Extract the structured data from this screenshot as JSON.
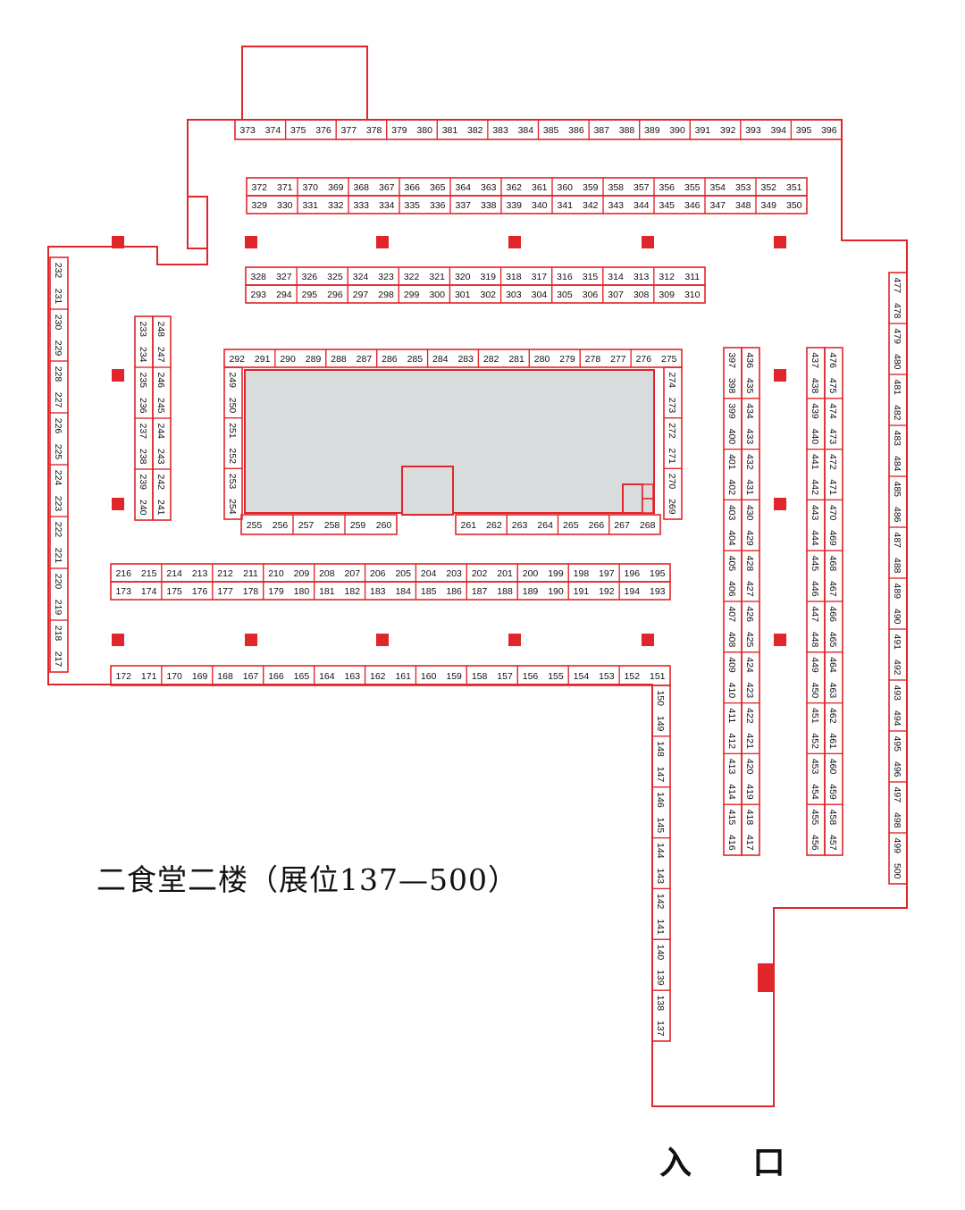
{
  "title": "二食堂二楼（展位137—500）",
  "entrance_label": "入 口",
  "colors": {
    "outline": "#e0262a",
    "pillar": "#e0262a",
    "stage_fill": "#d9dcdc",
    "text": "#111111"
  },
  "booth_groups": [
    {
      "id": "top-wall",
      "numbers": [
        373,
        374,
        375,
        376,
        377,
        378,
        379,
        380,
        381,
        382,
        383,
        384,
        385,
        386,
        387,
        388,
        389,
        390,
        391,
        392,
        393,
        394,
        395,
        396
      ]
    },
    {
      "id": "row-a-top",
      "numbers": [
        372,
        371,
        370,
        369,
        368,
        367,
        366,
        365,
        364,
        363,
        362,
        361,
        360,
        359,
        358,
        357,
        356,
        355,
        354,
        353,
        352,
        351
      ]
    },
    {
      "id": "row-a-bottom",
      "numbers": [
        329,
        330,
        331,
        332,
        333,
        334,
        335,
        336,
        337,
        338,
        339,
        340,
        341,
        342,
        343,
        344,
        345,
        346,
        347,
        348,
        349,
        350
      ]
    },
    {
      "id": "row-b-top",
      "numbers": [
        328,
        327,
        326,
        325,
        324,
        323,
        322,
        321,
        320,
        319,
        318,
        317,
        316,
        315,
        314,
        313,
        312,
        311
      ]
    },
    {
      "id": "row-b-bottom",
      "numbers": [
        293,
        294,
        295,
        296,
        297,
        298,
        299,
        300,
        301,
        302,
        303,
        304,
        305,
        306,
        307,
        308,
        309,
        310
      ]
    },
    {
      "id": "island-top",
      "numbers": [
        292,
        291,
        290,
        289,
        288,
        287,
        286,
        285,
        284,
        283,
        282,
        281,
        280,
        279,
        278,
        277,
        276,
        275
      ]
    },
    {
      "id": "island-left",
      "numbers": [
        249,
        250,
        251,
        252,
        253,
        254
      ]
    },
    {
      "id": "island-right",
      "numbers": [
        274,
        273,
        272,
        271,
        270,
        269
      ]
    },
    {
      "id": "island-bottom-left",
      "numbers": [
        255,
        256,
        257,
        258,
        259,
        260
      ]
    },
    {
      "id": "island-bottom-right",
      "numbers": [
        261,
        262,
        263,
        264,
        265,
        266,
        267,
        268
      ]
    },
    {
      "id": "left-wall",
      "numbers": [
        232,
        231,
        230,
        229,
        228,
        227,
        226,
        225,
        224,
        223,
        222,
        221,
        220,
        219,
        218,
        217
      ]
    },
    {
      "id": "left-column-a",
      "numbers": [
        233,
        234,
        235,
        236,
        237,
        238,
        239,
        240
      ]
    },
    {
      "id": "left-column-b",
      "numbers": [
        248,
        247,
        246,
        245,
        244,
        243,
        242,
        241
      ]
    },
    {
      "id": "row-c-top",
      "numbers": [
        216,
        215,
        214,
        213,
        212,
        211,
        210,
        209,
        208,
        207,
        206,
        205,
        204,
        203,
        202,
        201,
        200,
        199,
        198,
        197,
        196,
        195
      ]
    },
    {
      "id": "row-c-bottom",
      "numbers": [
        173,
        174,
        175,
        176,
        177,
        178,
        179,
        180,
        181,
        182,
        183,
        184,
        185,
        186,
        187,
        188,
        189,
        190,
        191,
        192,
        194,
        193
      ]
    },
    {
      "id": "bottom-wall",
      "numbers": [
        172,
        171,
        170,
        169,
        168,
        167,
        166,
        165,
        164,
        163,
        162,
        161,
        160,
        159,
        158,
        157,
        156,
        155,
        154,
        153,
        152,
        151
      ]
    },
    {
      "id": "corridor-wall",
      "numbers": [
        150,
        149,
        148,
        147,
        146,
        145,
        144,
        143,
        142,
        141,
        140,
        139,
        138,
        137
      ]
    },
    {
      "id": "column-d-left",
      "numbers": [
        397,
        398,
        399,
        400,
        401,
        402,
        403,
        404,
        405,
        406,
        407,
        408,
        409,
        410,
        411,
        412,
        413,
        414,
        415,
        416
      ]
    },
    {
      "id": "column-d-right",
      "numbers": [
        436,
        435,
        434,
        433,
        432,
        431,
        430,
        429,
        428,
        427,
        426,
        425,
        424,
        423,
        422,
        421,
        420,
        419,
        418,
        417
      ]
    },
    {
      "id": "column-e-left",
      "numbers": [
        437,
        438,
        439,
        440,
        441,
        442,
        443,
        444,
        445,
        446,
        447,
        448,
        449,
        450,
        451,
        452,
        453,
        454,
        455,
        456
      ]
    },
    {
      "id": "column-e-right",
      "numbers": [
        476,
        475,
        474,
        473,
        472,
        471,
        470,
        469,
        468,
        467,
        466,
        465,
        464,
        463,
        462,
        461,
        460,
        459,
        458,
        457
      ]
    },
    {
      "id": "right-wall",
      "numbers": [
        477,
        478,
        479,
        480,
        481,
        482,
        483,
        484,
        485,
        486,
        487,
        488,
        489,
        490,
        491,
        492,
        493,
        494,
        495,
        496,
        497,
        498,
        499,
        500
      ]
    }
  ]
}
